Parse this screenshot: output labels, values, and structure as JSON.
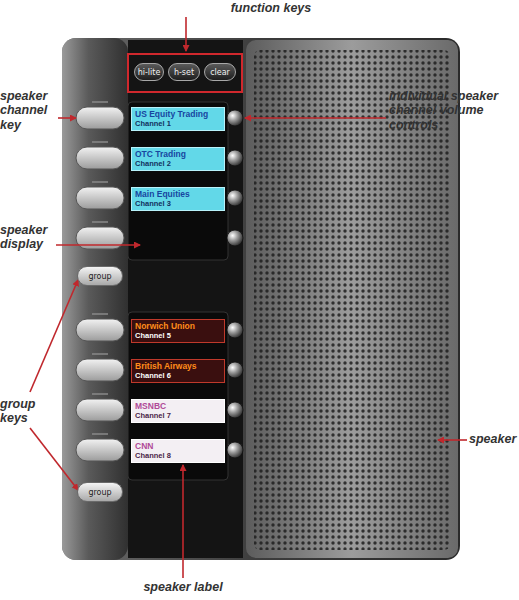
{
  "diagram": {
    "nodes": [
      {
        "text": [
          "hi-lite"
        ]
      },
      {
        "text": [
          "h-set"
        ]
      },
      {
        "text": [
          "clear"
        ]
      },
      {
        "text": [
          "US Equity Trading",
          "Channel 1"
        ]
      },
      {
        "text": [
          "OTC Trading",
          "Channel 2"
        ]
      },
      {
        "text": [
          "Main Equities",
          "Channel 3"
        ]
      },
      {
        "text": [
          "group"
        ]
      },
      {
        "text": [
          "Norwich Union",
          "Channel 5"
        ]
      },
      {
        "text": [
          "British Airways",
          "Channel 6"
        ]
      },
      {
        "text": [
          "MSNBC",
          "Channel 7"
        ]
      },
      {
        "text": [
          "CNN",
          "Channel 8"
        ]
      },
      {
        "text": [
          "group"
        ]
      }
    ],
    "labels": [
      "function keys",
      "speaker channel key",
      "individual speaker channel volume controls",
      "speaker display",
      "group keys",
      "speaker",
      "speaker label"
    ]
  }
}
